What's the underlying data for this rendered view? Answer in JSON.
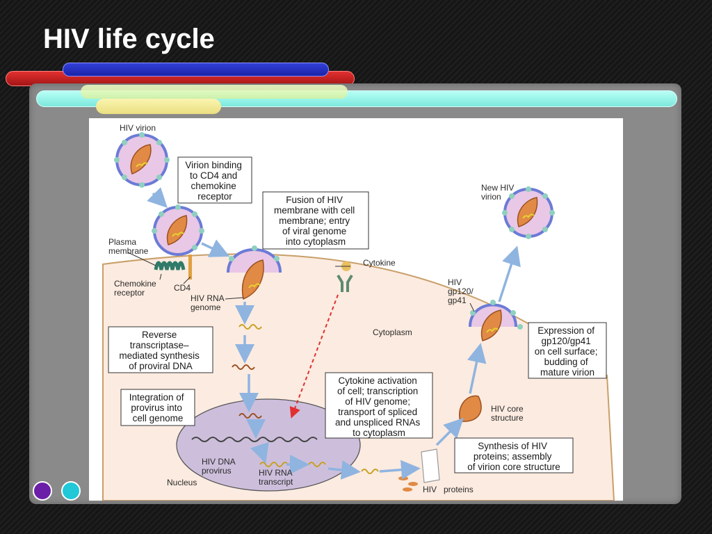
{
  "slide": {
    "title": "HIV life cycle"
  },
  "diagram": {
    "labels": {
      "hiv_virion": "HIV virion",
      "new_hiv": "New HIV",
      "virion": "virion",
      "plasma": "Plasma",
      "membrane": "membrane",
      "chemokine": "Chemokine",
      "receptor": "receptor",
      "cd4": "CD4",
      "hiv_rna": "HIV RNA",
      "genome": "genome",
      "cytokine": "Cytokine",
      "cytoplasm": "Cytoplasm",
      "hiv": "HIV",
      "gp120": "gp120/",
      "gp41": "gp41",
      "hiv_core": "HIV core",
      "structure": "structure",
      "hiv_dna": "HIV DNA",
      "provirus": "provirus",
      "hiv_rna2": "HIV RNA",
      "transcript": "transcript",
      "nucleus": "Nucleus",
      "hiv_proteins": "HIV   proteins"
    },
    "boxes": {
      "binding": [
        "Virion binding",
        "to CD4 and",
        "chemokine",
        "receptor"
      ],
      "fusion": [
        "Fusion of HIV",
        "membrane with cell",
        "membrane; entry",
        "of viral genome",
        "into cytoplasm"
      ],
      "reverse": [
        "Reverse",
        "transcriptase–",
        "mediated synthesis",
        "of proviral DNA"
      ],
      "integration": [
        "Integration of",
        "provirus into",
        "cell genome"
      ],
      "cytokine_act": [
        "Cytokine activation",
        "of cell; transcription",
        "of HIV genome;",
        "transport of spliced",
        "and unspliced RNAs",
        "to cytoplasm"
      ],
      "synthesis": [
        "Synthesis of HIV",
        "proteins; assembly",
        "of virion core structure"
      ],
      "expression": [
        "Expression of",
        "gp120/gp41",
        "on cell surface;",
        "budding of",
        "mature virion"
      ]
    }
  },
  "colors": {
    "cell_fill": "#fcebe0",
    "arrow": "#8fb4e0",
    "virion_fill": "#e9c7e6",
    "core": "#e08a45",
    "nucleus": "#cdbfdc"
  }
}
